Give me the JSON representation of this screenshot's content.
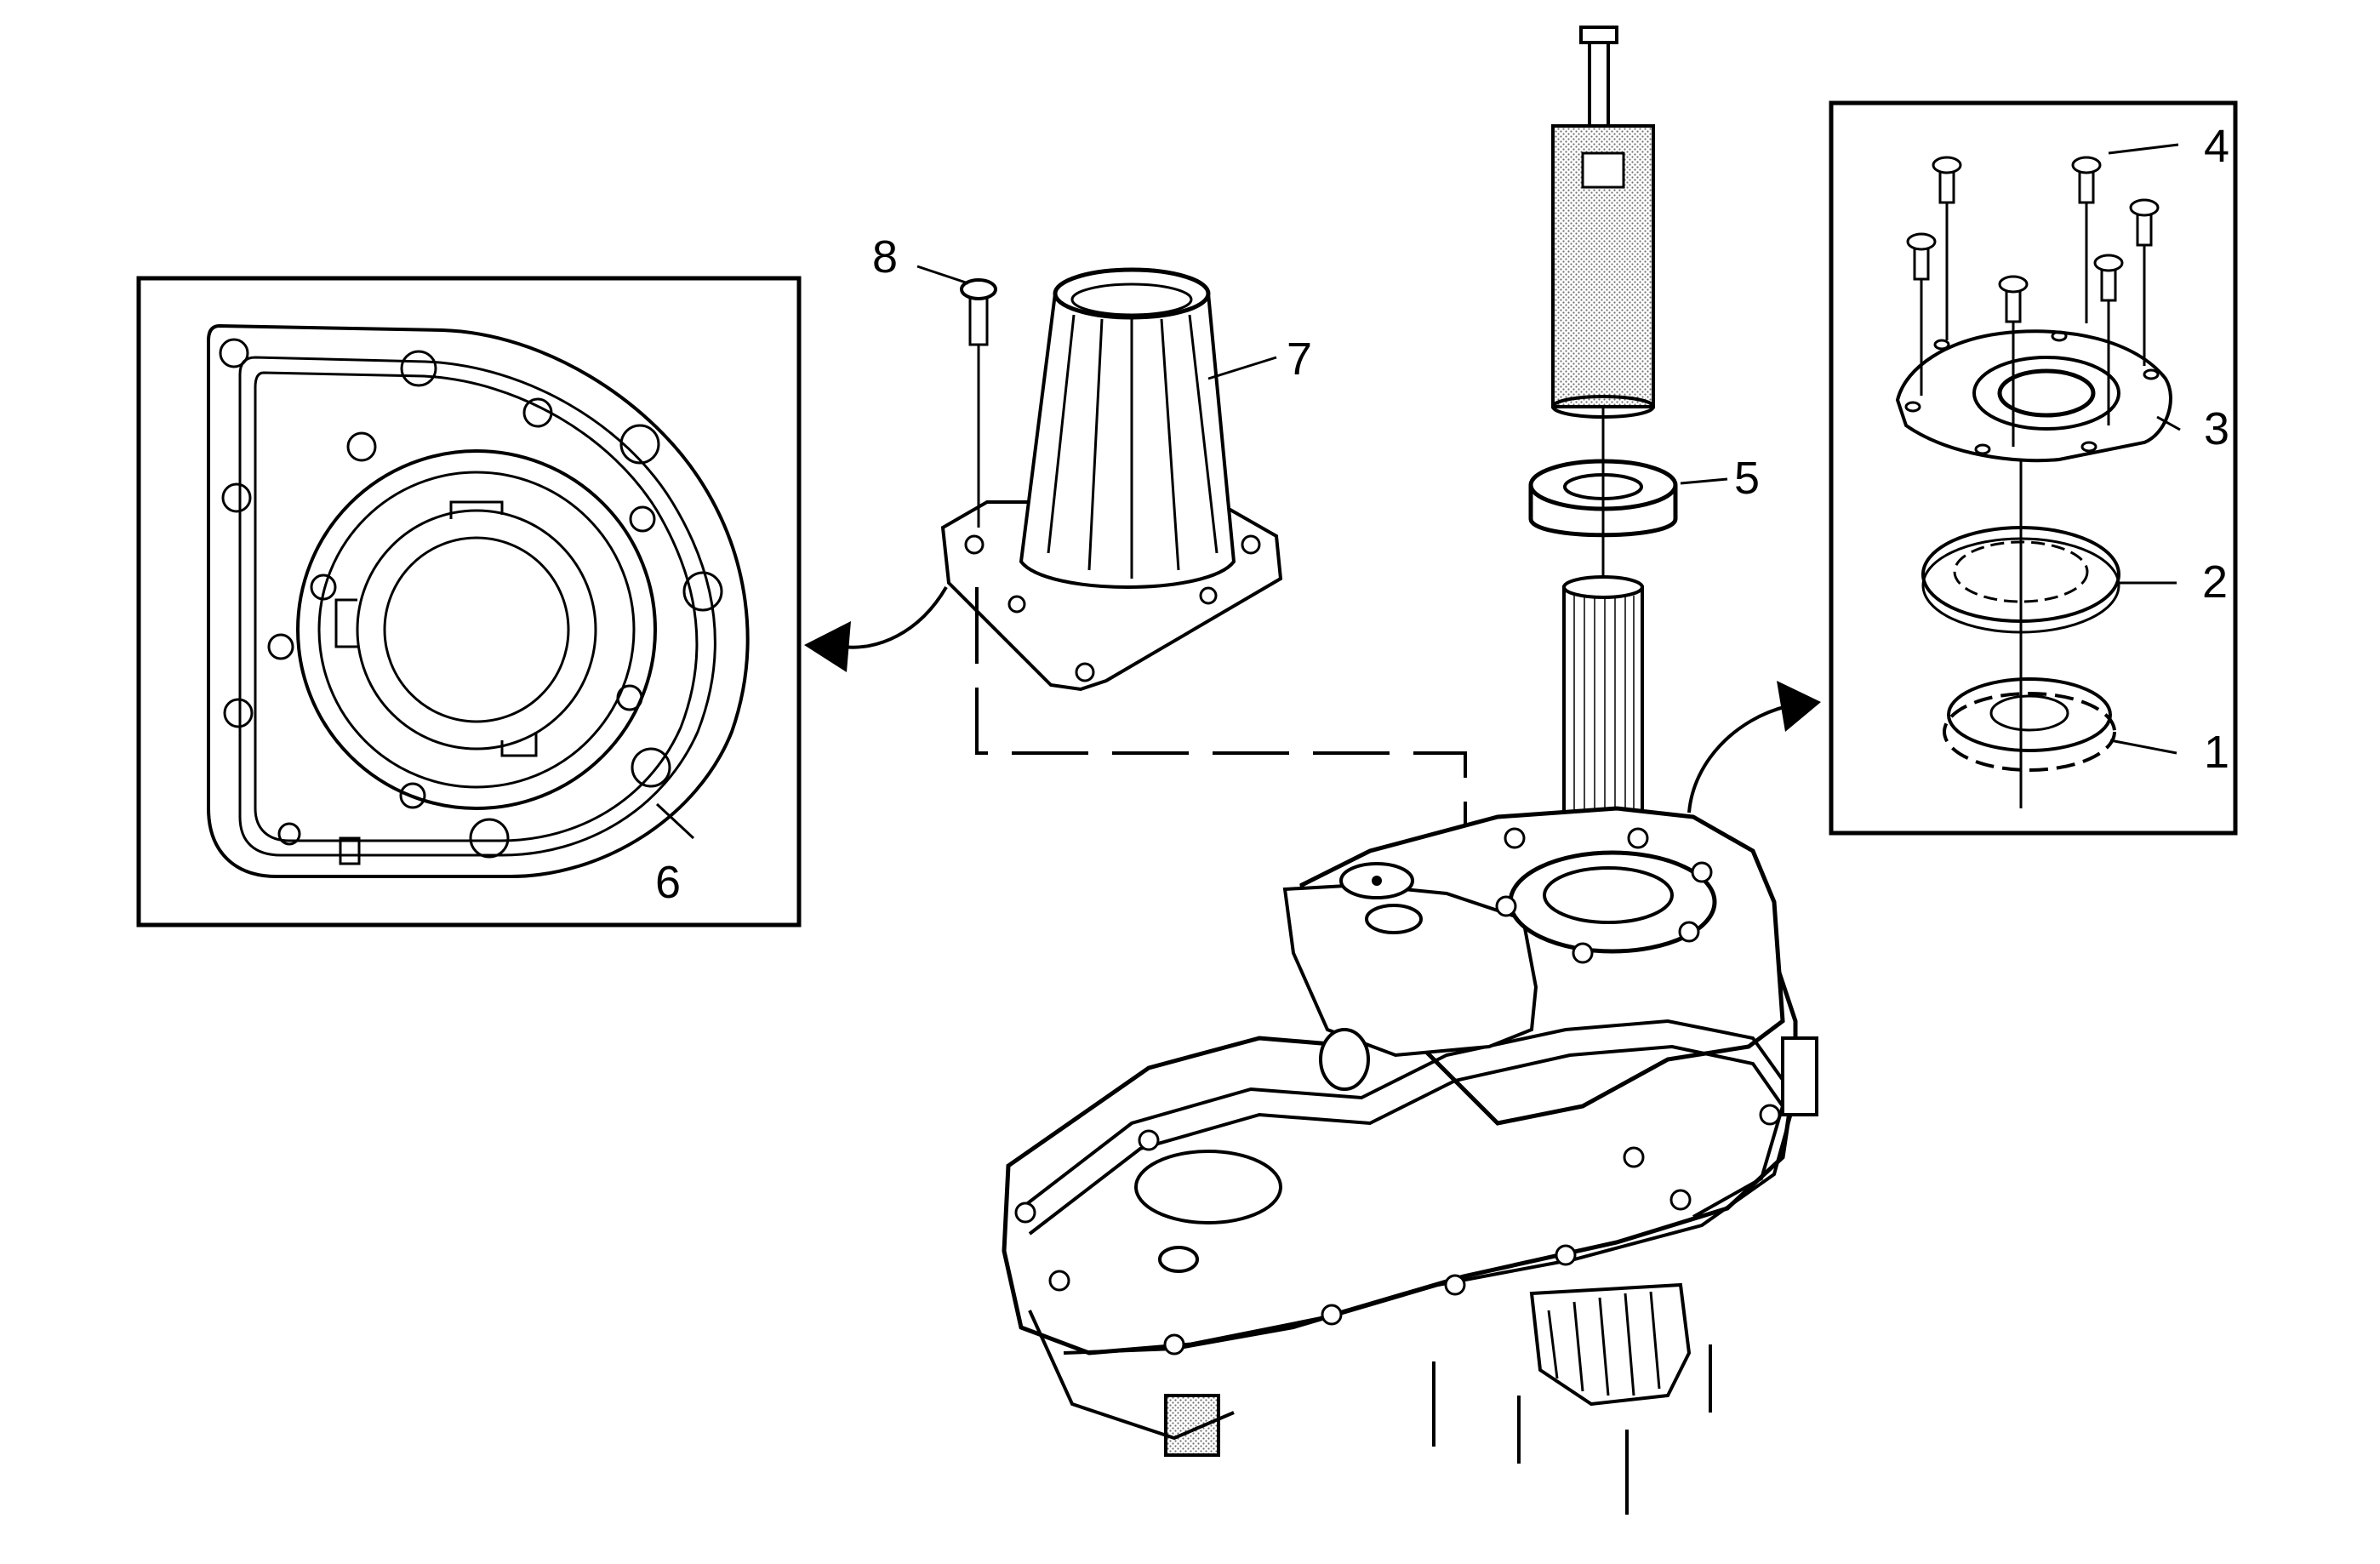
{
  "diagram": {
    "callouts": [
      {
        "id": "1",
        "label": "1"
      },
      {
        "id": "2",
        "label": "2"
      },
      {
        "id": "3",
        "label": "3"
      },
      {
        "id": "4",
        "label": "4"
      },
      {
        "id": "5",
        "label": "5"
      },
      {
        "id": "6",
        "label": "6"
      },
      {
        "id": "7",
        "label": "7"
      },
      {
        "id": "8",
        "label": "8"
      }
    ],
    "colors": {
      "line": "#000000",
      "background": "#ffffff",
      "hatch": "#7a7a7a"
    }
  }
}
